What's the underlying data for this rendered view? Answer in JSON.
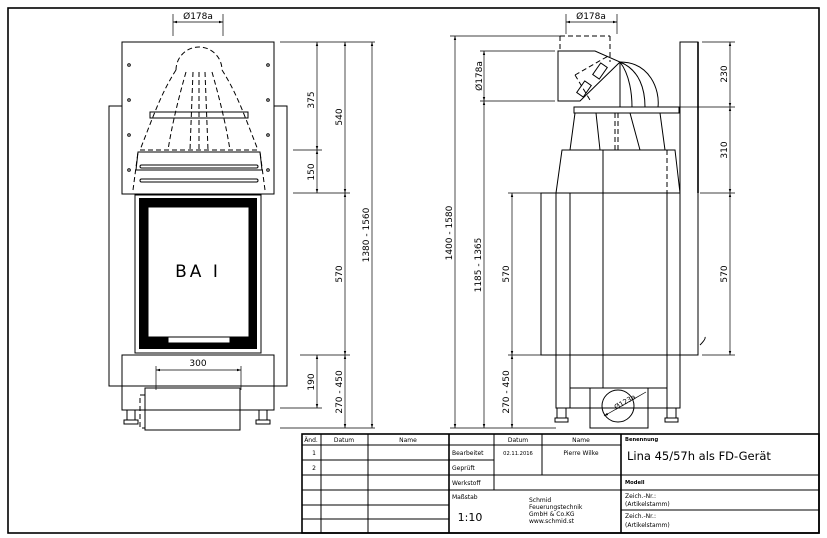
{
  "front_view": {
    "flue_diameter": "Ø178a",
    "door_label": "BA I",
    "width_300": "300",
    "dims": {
      "d375": "375",
      "d150": "150",
      "d190": "190",
      "d540": "540",
      "d570": "570",
      "d270_450": "270 - 450",
      "d1380_1560": "1380 - 1560"
    }
  },
  "side_view": {
    "flue_diameter_top": "Ø178a",
    "flue_diameter_side": "Ø178a",
    "air_inlet_diameter": "Ø123a",
    "dims": {
      "d1400_1580": "1400 - 1580",
      "d1185_1365": "1185 - 1365",
      "d570_left": "570",
      "d270_450": "270 - 450",
      "d230": "230",
      "d310": "310",
      "d570_right": "570"
    }
  },
  "title_block": {
    "revision_headers": {
      "and": "Änd.",
      "datum": "Datum",
      "name": "Name"
    },
    "revisions": [
      "1",
      "2"
    ],
    "header_datum": "Datum",
    "header_name": "Name",
    "bearbeitet_label": "Bearbeitet",
    "bearbeitet_date": "02.11.2016",
    "bearbeitet_name": "Pierre Wilke",
    "geprueft_label": "Geprüft",
    "werkstoff_label": "Werkstoff",
    "massstab_label": "Maßstab",
    "massstab_value": "1:10",
    "company": [
      "Schmid",
      "Feuerungstechnik",
      "GmbH & Co.KG",
      "www.schmid.st"
    ],
    "benennung_label": "Benennung",
    "title": "Lina 45/57h als FD-Gerät",
    "modell_label": "Modell",
    "zeich_nr_label": "Zeich.-Nr.:",
    "artikelstamm": "(Artikelstamm)"
  }
}
